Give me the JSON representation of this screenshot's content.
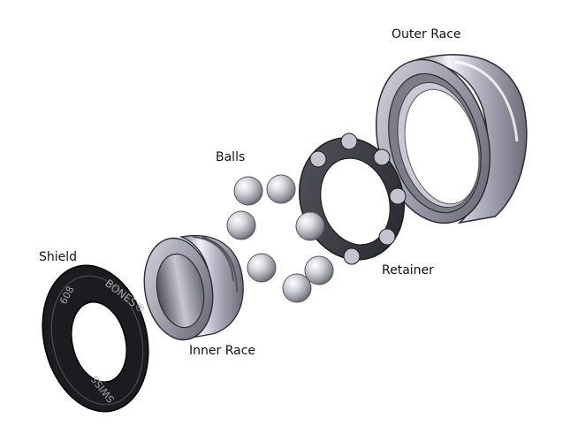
{
  "labels": {
    "outer_race": "Outer Race",
    "balls": "Balls",
    "shield": "Shield",
    "retainer": "Retainer",
    "inner_race": "Inner Race"
  },
  "shield_text": {
    "brand": "BONES®",
    "model": "SWISS",
    "size": "608"
  },
  "parts": {
    "ball_count": 7,
    "retainer_pockets": 7
  },
  "colors": {
    "background": "#ffffff",
    "metal_light": "#f2f2f6",
    "metal_mid": "#a9a8b8",
    "metal_dark": "#4a4a55",
    "retainer": "#3a3a42",
    "shield": "#1c1c20",
    "label_text": "#111111"
  }
}
